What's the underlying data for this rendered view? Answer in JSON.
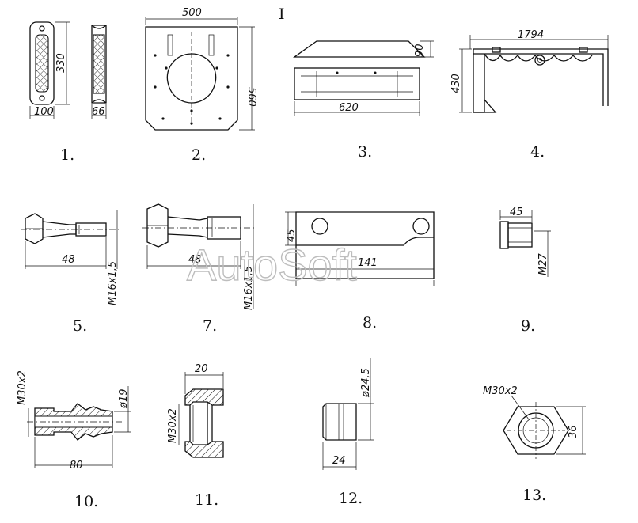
{
  "sheet_mark": "I",
  "watermark": "AutoSoft",
  "parts": [
    {
      "number": "1.",
      "dims": [
        "330",
        "100",
        "66"
      ]
    },
    {
      "number": "2.",
      "dims": [
        "500",
        "560"
      ]
    },
    {
      "number": "3.",
      "dims": [
        "90",
        "620"
      ]
    },
    {
      "number": "4.",
      "dims": [
        "1794",
        "430"
      ]
    },
    {
      "number": "5.",
      "dims": [
        "48",
        "M16x1,5"
      ]
    },
    {
      "number": "7.",
      "dims": [
        "48",
        "M16x1,5"
      ]
    },
    {
      "number": "8.",
      "dims": [
        "45",
        "141"
      ]
    },
    {
      "number": "9.",
      "dims": [
        "45",
        "M27"
      ]
    },
    {
      "number": "10.",
      "dims": [
        "M30x2",
        "ø19",
        "80"
      ]
    },
    {
      "number": "11.",
      "dims": [
        "20",
        "M30x2"
      ]
    },
    {
      "number": "12.",
      "dims": [
        "ø24,5",
        "24"
      ]
    },
    {
      "number": "13.",
      "dims": [
        "M30x2",
        "36"
      ]
    }
  ]
}
